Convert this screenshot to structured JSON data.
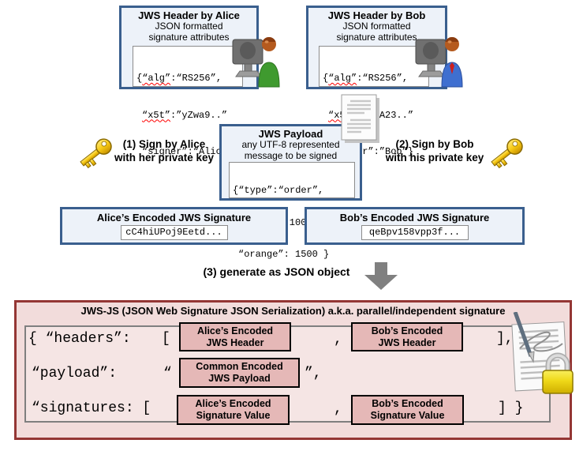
{
  "colors": {
    "blue_border": "#3a5f8e",
    "blue_bg": "#edf2f9",
    "red_border": "#943634",
    "pink_bg": "#f2dcdb",
    "pink_box_bg": "#e5b8b7",
    "arrow_gray": "#808080",
    "key_gold": "#f7c914",
    "lock_gold": "#e8cc1a"
  },
  "icons": {
    "alice": "person-at-computer-icon",
    "bob": "person-at-computer-icon",
    "payload_doc": "document-icon",
    "left_key": "key-icon",
    "right_key": "key-icon",
    "step3_arrow": "down-arrow-icon",
    "signed_doc": "signed-document-lock-icon"
  },
  "header_boxes": {
    "alice": {
      "title": "JWS Header by Alice",
      "subtitle_line1": "JSON formatted",
      "subtitle_line2": "signature attributes",
      "code": {
        "l1_open": "{",
        "l1_key": "“alg”",
        "l1_rest": ":“RS256”,",
        "l2_key": "“x5t”",
        "l2_rest": ":”yZwa9..”",
        "l3": "“signer”:“Alice”}"
      }
    },
    "bob": {
      "title": "JWS Header by Bob",
      "subtitle_line1": "JSON formatted",
      "subtitle_line2": "signature attributes",
      "code": {
        "l1_open": "{",
        "l1_key": "“alg”",
        "l1_rest": ":“RS256”,",
        "l2_key": "“x5t”",
        "l2_rest": ":”bzA23..”",
        "l3": "“signer”:”Bob”}"
      }
    }
  },
  "payload_box": {
    "title": "JWS Payload",
    "subtitle_line1": "any UTF-8 represented",
    "subtitle_line2": "message to be signed",
    "code_line1": "{“type”:“order”,",
    "code_line2": "“apple”: 1000",
    "code_line3": "“orange”: 1500 }"
  },
  "sign_labels": {
    "left_line1": "(1) Sign by Alice",
    "left_line2": "with her private key",
    "right_line1": "(2) Sign by Bob",
    "right_line2": "with his private key"
  },
  "signature_boxes": {
    "alice": {
      "title": "Alice’s Encoded JWS Signature",
      "code": "cC4hiUPoj9Eetd..."
    },
    "bob": {
      "title": "Bob’s Encoded JWS Signature",
      "code": "qeBpv158vpp3f..."
    }
  },
  "step3_label": "(3) generate as JSON object",
  "jws_js": {
    "title": "JWS-JS (JSON Web Signature JSON Serialization) a.k.a. parallel/independent signature",
    "row1": {
      "prefix": "{ “headers”:",
      "open_bracket": "[",
      "box1_line1": "Alice’s Encoded",
      "box1_line2": "JWS Header",
      "comma": ",",
      "box2_line1": "Bob’s Encoded",
      "box2_line2": "JWS Header",
      "suffix": "],"
    },
    "row2": {
      "prefix": "“payload”:",
      "open_quote": "“",
      "box_line1": "Common Encoded",
      "box_line2": "JWS Payload",
      "suffix": "”,"
    },
    "row3": {
      "prefix": "“signatures: [",
      "box1_line1": "Alice’s Encoded",
      "box1_line2": "Signature Value",
      "comma": ",",
      "box2_line1": "Bob’s Encoded",
      "box2_line2": "Signature Value",
      "suffix": "] }"
    }
  }
}
